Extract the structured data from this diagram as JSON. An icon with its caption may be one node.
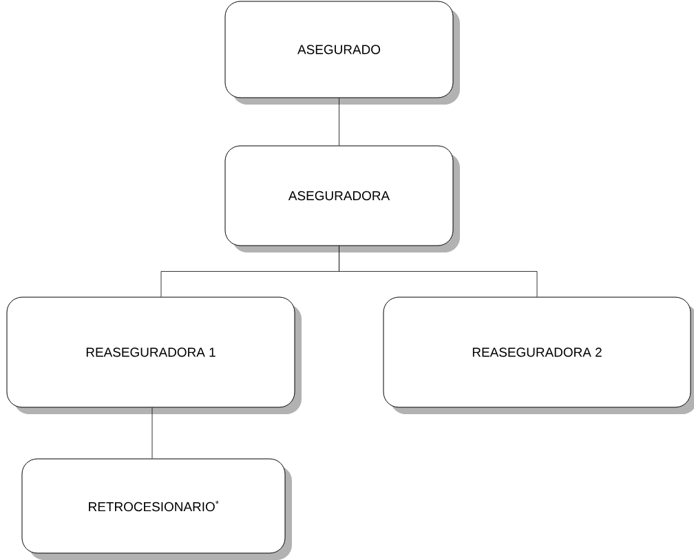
{
  "diagram": {
    "nodes": [
      {
        "text": [
          "ASEGURADO"
        ]
      },
      {
        "text": [
          "ASEGURADORA"
        ]
      },
      {
        "text": [
          "REASEGURADORA 1"
        ]
      },
      {
        "text": [
          "REASEGURADORA 2"
        ]
      },
      {
        "text": [
          "RETROCESIONARIO$^{*}$"
        ]
      }
    ],
    "edges": [
      {
        "from": 0,
        "to": 1,
        "arrow": "none"
      },
      {
        "from": 1,
        "to": 2,
        "arrow": "none"
      },
      {
        "from": 1,
        "to": 3,
        "arrow": "none"
      },
      {
        "from": 2,
        "to": 4,
        "arrow": "none"
      }
    ]
  }
}
